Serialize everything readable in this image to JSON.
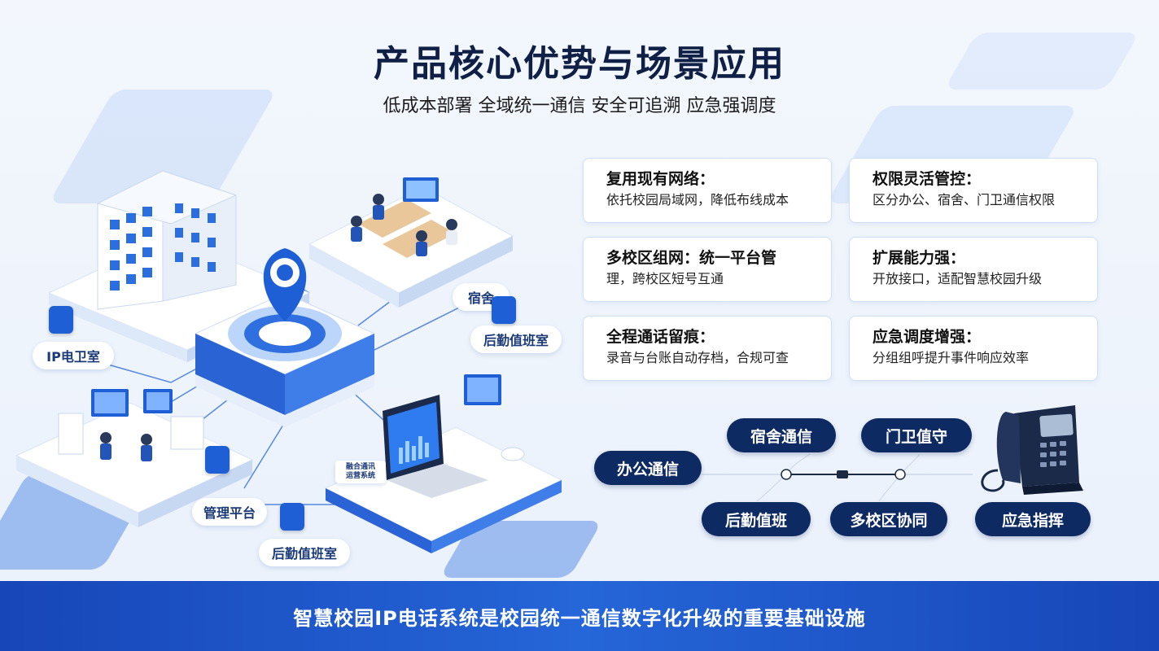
{
  "header": {
    "title": "产品核心优势与场景应用",
    "subtitle": "低成本部署 全域统一通信 安全可追溯 应急强调度"
  },
  "features": [
    {
      "title": "复用现有网络：",
      "desc": "依托校园局域网，降低布线成本"
    },
    {
      "title": "权限灵活管控：",
      "desc": "区分办公、宿舍、门卫通信权限"
    },
    {
      "title": "多校区组网：统一平台管",
      "desc": "理，跨校区短号互通"
    },
    {
      "title": "扩展能力强：",
      "desc": "开放接口，适配智慧校园升级"
    },
    {
      "title": "全程通话留痕：",
      "desc": "录音与台账自动存档，合规可查"
    },
    {
      "title": "应急调度增强：",
      "desc": "分组组呼提升事件响应效率"
    }
  ],
  "scenarios": [
    "办公通信",
    "宿舍通信",
    "门卫值守",
    "后勤值班",
    "多校区协同",
    "应急指挥"
  ],
  "diagram_tags": {
    "dorm": "宿舍",
    "duty_room_right": "后勤值班室",
    "guard_room": "IP电卫室",
    "platform": "管理平台",
    "duty_room_bottom": "后勤值班室",
    "screen_text": "融合通讯\n运营系统"
  },
  "footer": {
    "text": "智慧校园IP电话系统是校园统一通信数字化升级的重要基础设施"
  },
  "colors": {
    "primary": "#1f5fd6",
    "dark_navy": "#0e2a63",
    "footer": "#1d55c8"
  }
}
